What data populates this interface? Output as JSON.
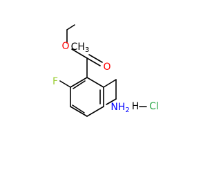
{
  "colors": {
    "carbon_bond": "#000000",
    "oxygen": "#ff0000",
    "fluorine": "#9acd32",
    "nitrogen": "#0000ff",
    "hcl": "#000000",
    "chlorine": "#2ea84a"
  },
  "atoms": {
    "ester_o": "O",
    "methyl_c": "CH",
    "methyl_sub": "3",
    "carbonyl_o": "O",
    "fluorine": "F",
    "amine_n": "NH",
    "amine_sub": "2",
    "hcl_h": "H",
    "hcl_cl": "Cl"
  }
}
